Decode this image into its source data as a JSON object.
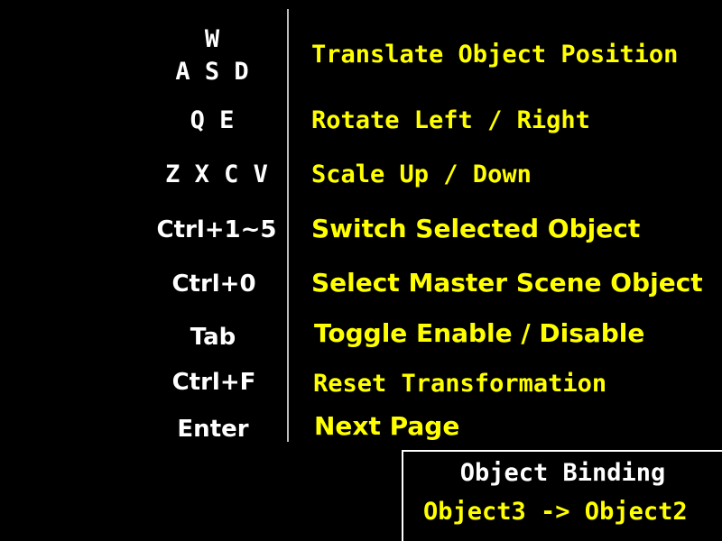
{
  "colors": {
    "background": "#000000",
    "key_text": "#ffffff",
    "action_text": "#ffff00",
    "divider": "#bdbdbd"
  },
  "controls": {
    "translate": {
      "key_top": "W",
      "key_bottom": "A S D",
      "action": "Translate Object Position"
    },
    "rotate": {
      "key": "Q E",
      "action": "Rotate Left / Right"
    },
    "scale": {
      "key": "Z X C V",
      "action": "Scale Up / Down"
    },
    "switch_object": {
      "key": "Ctrl+1~5",
      "action": "Switch Selected Object"
    },
    "select_master": {
      "key": "Ctrl+0",
      "action": "Select Master Scene Object"
    },
    "toggle_enable": {
      "key": "Tab",
      "action": "Toggle Enable / Disable"
    },
    "reset_transform": {
      "key": "Ctrl+F",
      "action": "Reset Transformation"
    },
    "next_page": {
      "key": "Enter",
      "action": "Next Page"
    }
  },
  "binding_panel": {
    "title": "Object Binding",
    "value": "Object3 -> Object2"
  }
}
